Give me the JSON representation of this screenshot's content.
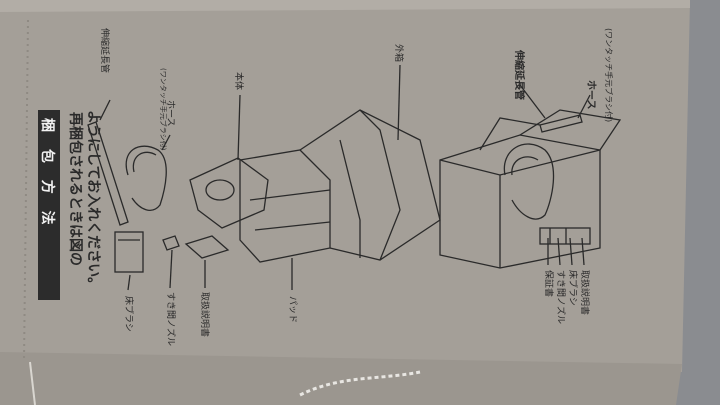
{
  "photo": {
    "description_free": true,
    "colors": {
      "cardboard": "#a49f98",
      "cardboard_light": "#b2ada6",
      "ink": "#2a2a2a",
      "background": "#7c7f84",
      "title_bar": "#2c2c2c"
    }
  },
  "instructions": {
    "heading": "梱 包 方 法",
    "line1": "再梱包されるときは図の",
    "line2": "ようにしてお入れください。"
  },
  "left_diagram": {
    "labels": {
      "extension_pipe": "伸縮延長管",
      "hose": "ホース",
      "hose_note": "(ワンタッチ手元ブラシ付)",
      "main_body": "本体",
      "outer_box": "外箱",
      "floor_brush": "床ブラシ",
      "crevice_nozzle": "すき間ノズル",
      "manual": "取扱説明書",
      "pad": "パッド"
    }
  },
  "right_diagram": {
    "labels": {
      "extension_pipe": "伸縮延長管",
      "hose": "ホース",
      "hose_note": "(ワンタッチ手元ブラシ付)",
      "warranty": "保証書",
      "crevice_nozzle": "すき間ノズル",
      "floor_brush": "床ブラシ",
      "manual": "取扱説明書"
    }
  }
}
